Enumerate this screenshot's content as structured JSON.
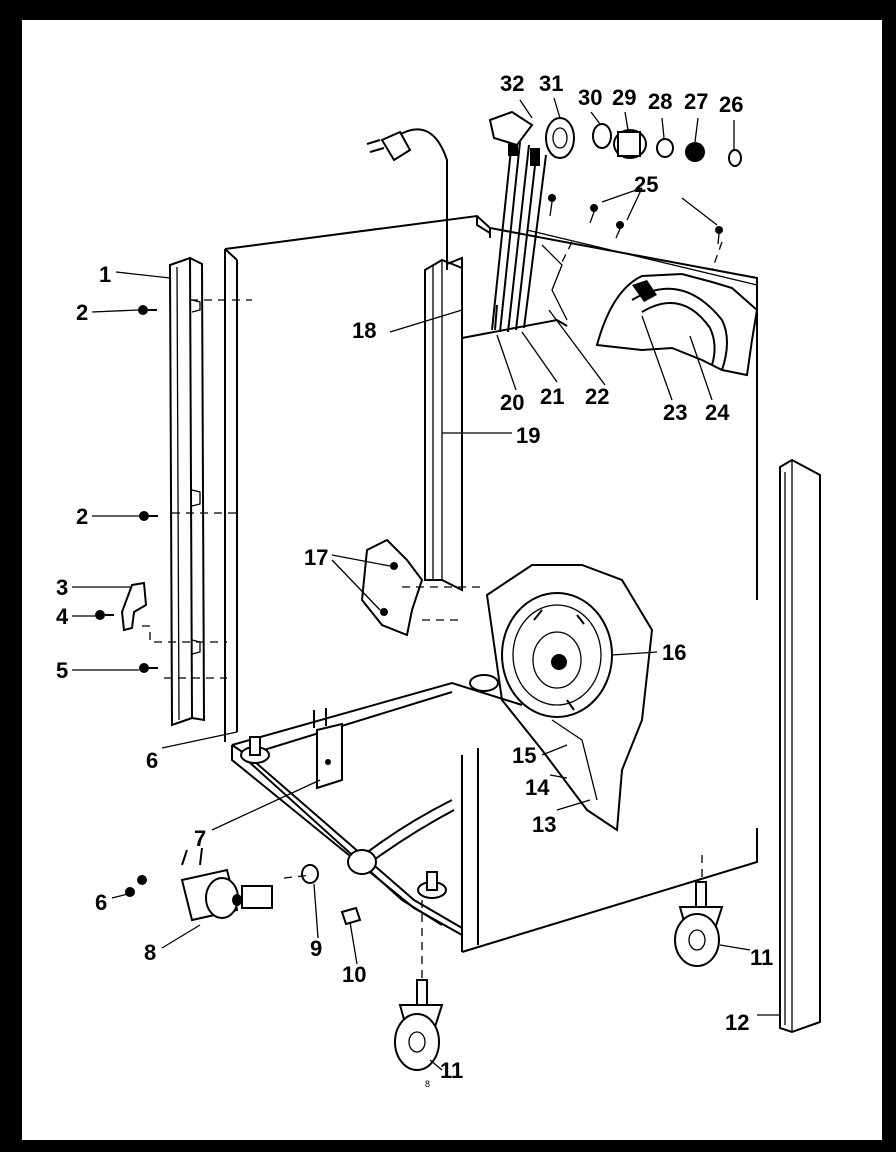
{
  "callouts": {
    "c1": "1",
    "c2a": "2",
    "c2b": "2",
    "c3": "3",
    "c4": "4",
    "c5": "5",
    "c6a": "6",
    "c6b": "6",
    "c7": "7",
    "c8": "8",
    "c9": "9",
    "c10": "10",
    "c11a": "11",
    "c11b": "11",
    "c12": "12",
    "c13": "13",
    "c14": "14",
    "c15": "15",
    "c16": "16",
    "c17": "17",
    "c18": "18",
    "c19": "19",
    "c20": "20",
    "c21": "21",
    "c22": "22",
    "c23": "23",
    "c24": "24",
    "c25": "25",
    "c26": "26",
    "c27": "27",
    "c28": "28",
    "c29": "29",
    "c30": "30",
    "c31": "31",
    "c32": "32"
  },
  "footer_mark": "8",
  "colors": {
    "ink": "#000000",
    "paper": "#ffffff"
  }
}
